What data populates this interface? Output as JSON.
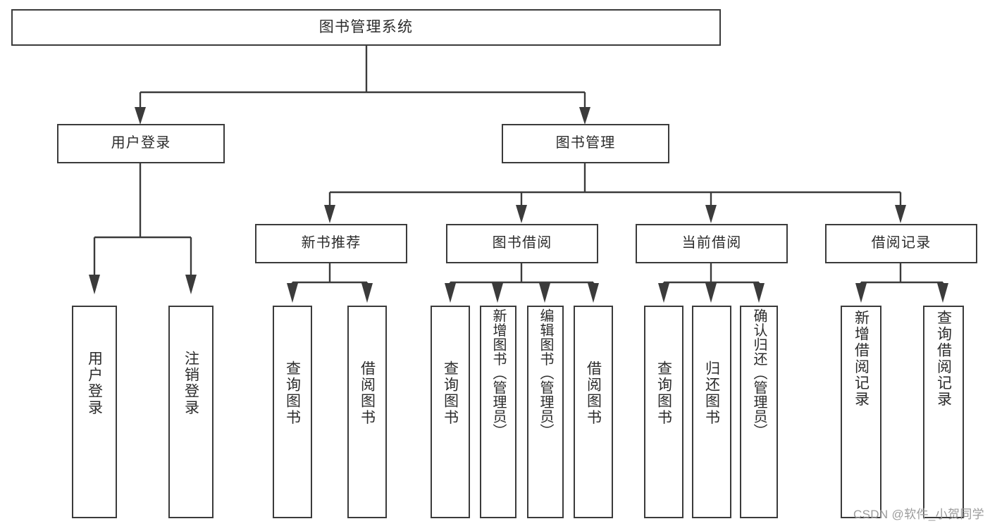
{
  "diagram": {
    "type": "tree",
    "title": "图书管理系统",
    "orientation": "top-down",
    "levels": 4,
    "colors": {
      "line": "#3b3b3b",
      "box_border": "#3b3b3b",
      "box_fill": "#ffffff",
      "text": "#2b2b2b",
      "watermark": "#9b9b9b",
      "background": "#ffffff"
    }
  },
  "root": {
    "label": "图书管理系统"
  },
  "level2": [
    {
      "label": "用户登录"
    },
    {
      "label": "图书管理"
    }
  ],
  "level3": [
    {
      "label": "新书推荐"
    },
    {
      "label": "图书借阅"
    },
    {
      "label": "当前借阅"
    },
    {
      "label": "借阅记录"
    }
  ],
  "leaves": {
    "user_login": [
      {
        "label": "用户登录"
      },
      {
        "label": "注销登录"
      }
    ],
    "new_book_recommend": [
      {
        "label": "查询图书"
      },
      {
        "label": "借阅图书"
      }
    ],
    "book_borrow": [
      {
        "label": "查询图书"
      },
      {
        "label": "新增图书（管理员）"
      },
      {
        "label": "编辑图书（管理员）"
      },
      {
        "label": "借阅图书"
      }
    ],
    "current_borrow": [
      {
        "label": "查询图书"
      },
      {
        "label": "归还图书"
      },
      {
        "label": "确认归还（管理员）"
      }
    ],
    "borrow_record": [
      {
        "label": "新增借阅记录"
      },
      {
        "label": "查询借阅记录"
      }
    ]
  },
  "watermark": {
    "text": "CSDN @软件_小贺同学"
  }
}
